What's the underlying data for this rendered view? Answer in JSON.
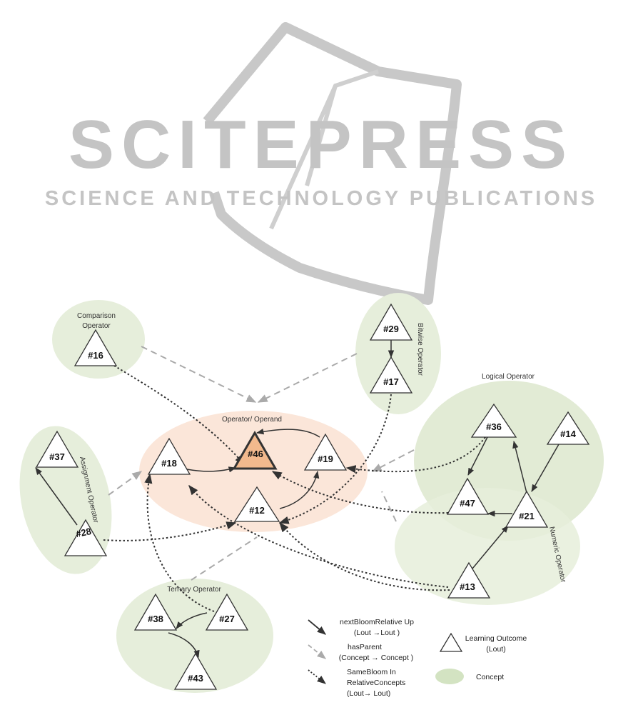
{
  "watermark": {
    "title": "SCITEPRESS",
    "subtitle": "SCIENCE AND TECHNOLOGY PUBLICATIONS"
  },
  "concepts": {
    "comparison": [
      "Comparison",
      "Operator"
    ],
    "bitwise": "Bitwise Operator",
    "logical": "Logical Operator",
    "operand": "Operator/ Operand",
    "assignment": "Assignment Operator",
    "numeric": "Numeric Operator",
    "ternary": "Ternary Operator"
  },
  "nodes": {
    "n16": "#16",
    "n29": "#29",
    "n17": "#17",
    "n36": "#36",
    "n14": "#14",
    "n46": "#46",
    "n37": "#37",
    "n18": "#18",
    "n19": "#19",
    "n47": "#47",
    "n21": "#21",
    "n12": "#12",
    "n28": "#28",
    "n13": "#13",
    "n38": "#38",
    "n27": "#27",
    "n43": "#43"
  },
  "legend": {
    "next_bloom": [
      "nextBloomRelative Up",
      "(Lout →Lout )"
    ],
    "has_parent": [
      "hasParent",
      "(Concept → Concept )"
    ],
    "same_bloom": [
      "SameBloom In",
      "RelativeConcepts",
      "(Lout→ Lout)"
    ],
    "lout": [
      "Learning Outcome",
      "(Lout)"
    ],
    "concept": "Concept"
  },
  "colors": {
    "concept_fill": "#e6eedb",
    "operand_fill": "#fbe6d9",
    "highlight_fill": "#f2b98d",
    "watermark": "#c4c4c4"
  }
}
